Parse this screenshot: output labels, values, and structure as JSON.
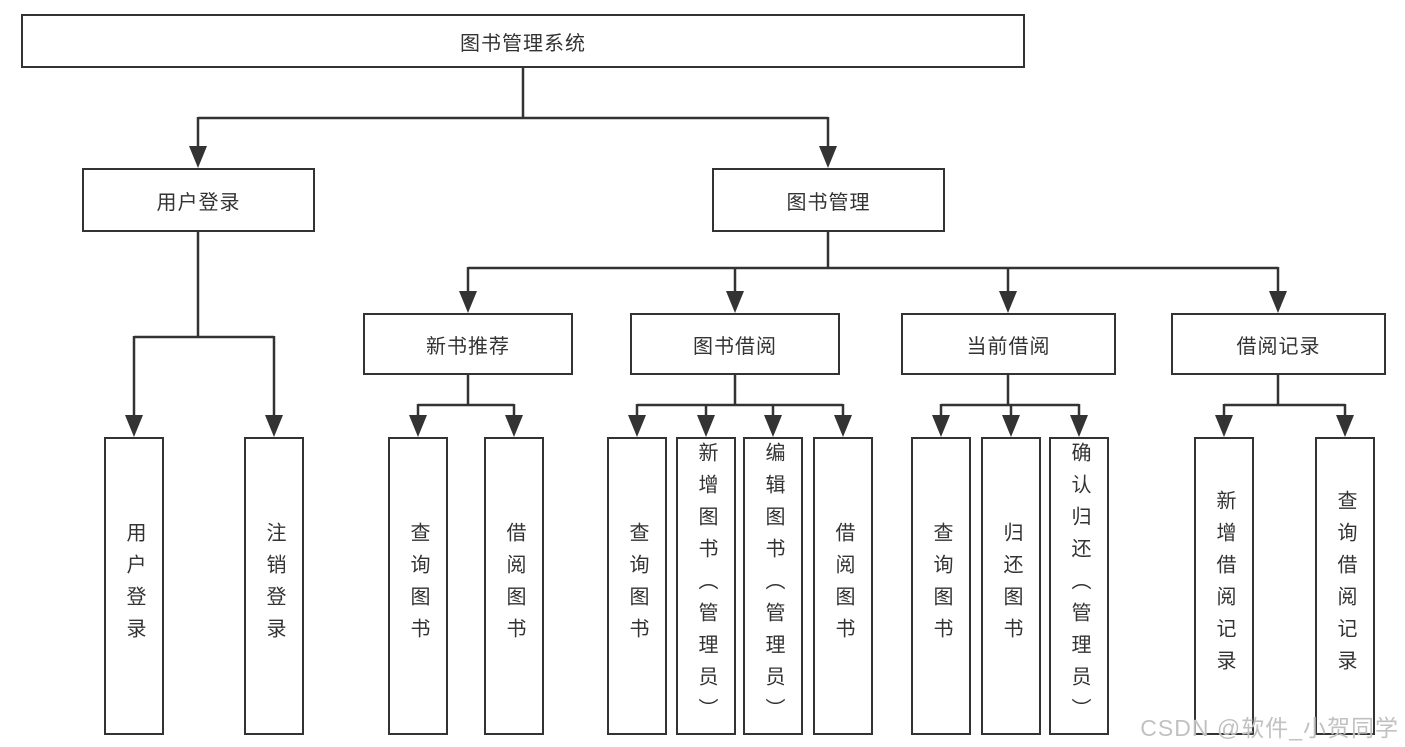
{
  "tree": {
    "label": "图书管理系统",
    "children": [
      {
        "label": "用户登录",
        "children": [
          {
            "label": "用户登录"
          },
          {
            "label": "注销登录"
          }
        ]
      },
      {
        "label": "图书管理",
        "children": [
          {
            "label": "新书推荐",
            "children": [
              {
                "label": "查询图书"
              },
              {
                "label": "借阅图书"
              }
            ]
          },
          {
            "label": "图书借阅",
            "children": [
              {
                "label": "查询图书"
              },
              {
                "label": "新增图书（管理员）"
              },
              {
                "label": "编辑图书（管理员）"
              },
              {
                "label": "借阅图书"
              }
            ]
          },
          {
            "label": "当前借阅",
            "children": [
              {
                "label": "查询图书"
              },
              {
                "label": "归还图书"
              },
              {
                "label": "确认归还（管理员）"
              }
            ]
          },
          {
            "label": "借阅记录",
            "children": [
              {
                "label": "新增借阅记录"
              },
              {
                "label": "查询借阅记录"
              }
            ]
          }
        ]
      }
    ]
  },
  "watermark": {
    "text": "CSDN @软件_小贺同学"
  },
  "colors": {
    "line": "#333333",
    "text": "#333333",
    "background": "#ffffff",
    "watermark": "#bebebe"
  }
}
